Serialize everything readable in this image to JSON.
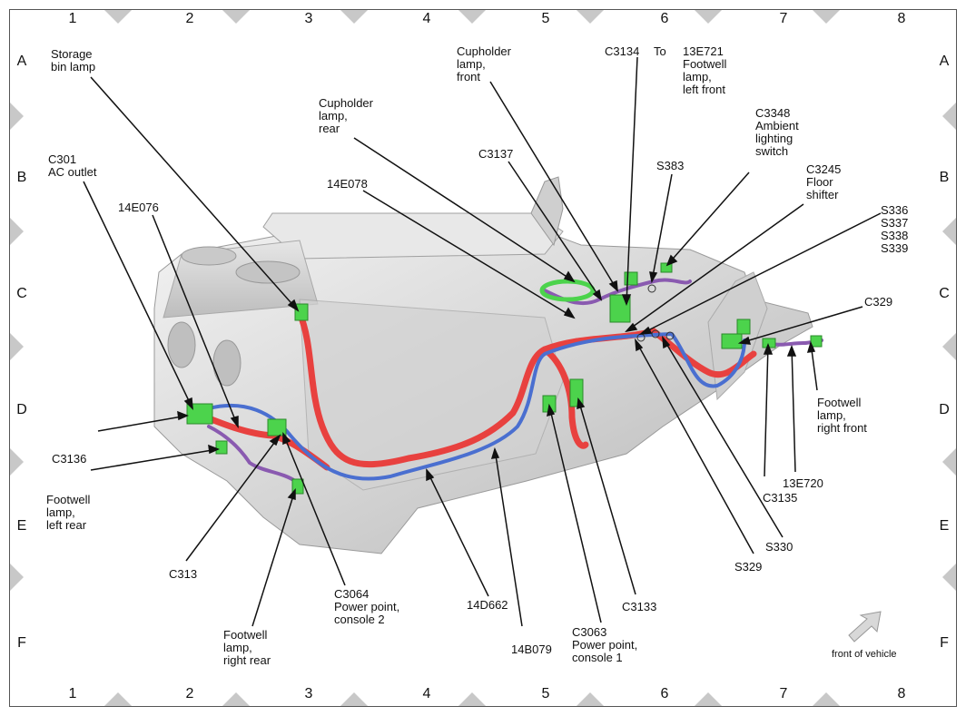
{
  "grid": {
    "columns": [
      "1",
      "2",
      "3",
      "4",
      "5",
      "6",
      "7",
      "8"
    ],
    "rows": [
      "A",
      "B",
      "C",
      "D",
      "E",
      "F"
    ]
  },
  "labels": {
    "storage_bin_lamp": "Storage\nbin lamp",
    "c301": "C301\nAC outlet",
    "e076": "14E076",
    "e078": "14E078",
    "cupholder_rear": "Cupholder\nlamp,\nrear",
    "c3137": "C3137",
    "cupholder_front": "Cupholder\nlamp,\nfront",
    "c3134": "C3134",
    "to_text": "To",
    "e721": "13E721\nFootwell\nlamp,\nleft front",
    "s383": "S383",
    "c3348": "C3348\nAmbient\nlighting\nswitch",
    "c3245": "C3245\nFloor\nshifter",
    "s336_339": "S336\nS337\nS338\nS339",
    "c329": "C329",
    "footwell_right_front": "Footwell\nlamp,\nright front",
    "c3136": "C3136",
    "footwell_left_rear": "Footwell\nlamp,\nleft rear",
    "c313": "C313",
    "footwell_right_rear": "Footwell\nlamp,\nright rear",
    "c3064": "C3064\nPower point,\nconsole 2",
    "d662": "14D662",
    "b079": "14B079",
    "c3063": "C3063\nPower point,\nconsole 1",
    "c3133": "C3133",
    "s329": "S329",
    "s330": "S330",
    "c3135": "C3135",
    "e720": "13E720"
  },
  "front_of_vehicle": "front of vehicle",
  "colors": {
    "harness_red": "#e8413f",
    "harness_blue": "#4a6fd0",
    "harness_purple": "#8a5ab0",
    "connector_green": "#4cd34c",
    "console_gray": "#d9d9d9",
    "border_triangle": "#c8c8c8"
  }
}
